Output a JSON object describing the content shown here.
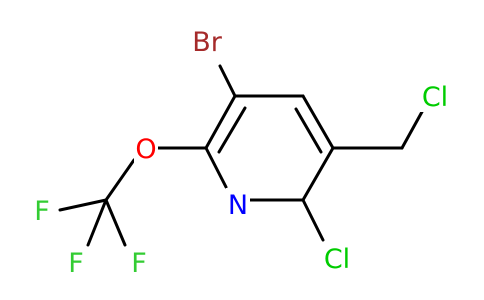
{
  "molecule": {
    "atoms": {
      "bromine": "Br",
      "oxygen": "O",
      "nitrogen": "N",
      "chlorine_ring": "Cl",
      "chlorine_methyl": "Cl",
      "fluorine_left": "F",
      "fluorine_bottom_left": "F",
      "fluorine_bottom_right": "F"
    },
    "colors": {
      "bond": "#000000",
      "bromine": "#a52a2a",
      "oxygen": "#ff0000",
      "nitrogen": "#0000ff",
      "chlorine": "#00cc00",
      "fluorine": "#33cc33"
    }
  }
}
